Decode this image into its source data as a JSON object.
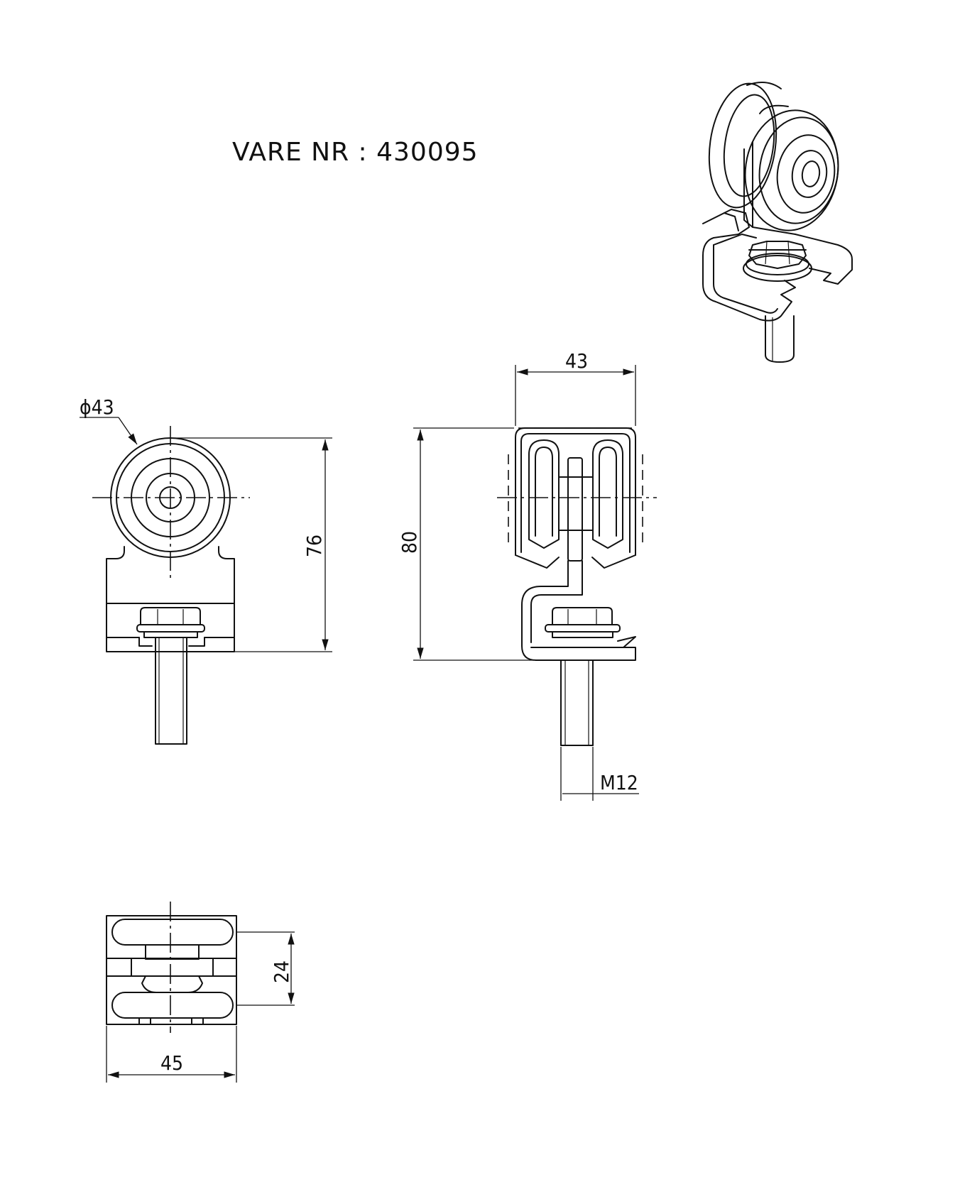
{
  "title": "VARE NR : 430095",
  "dimensions": {
    "wheel_diameter": "ϕ43",
    "front_height": "76",
    "side_height": "80",
    "side_width": "43",
    "thread": "M12",
    "top_spacing": "24",
    "top_width": "45"
  },
  "colors": {
    "line": "#111111",
    "background": "#ffffff"
  }
}
